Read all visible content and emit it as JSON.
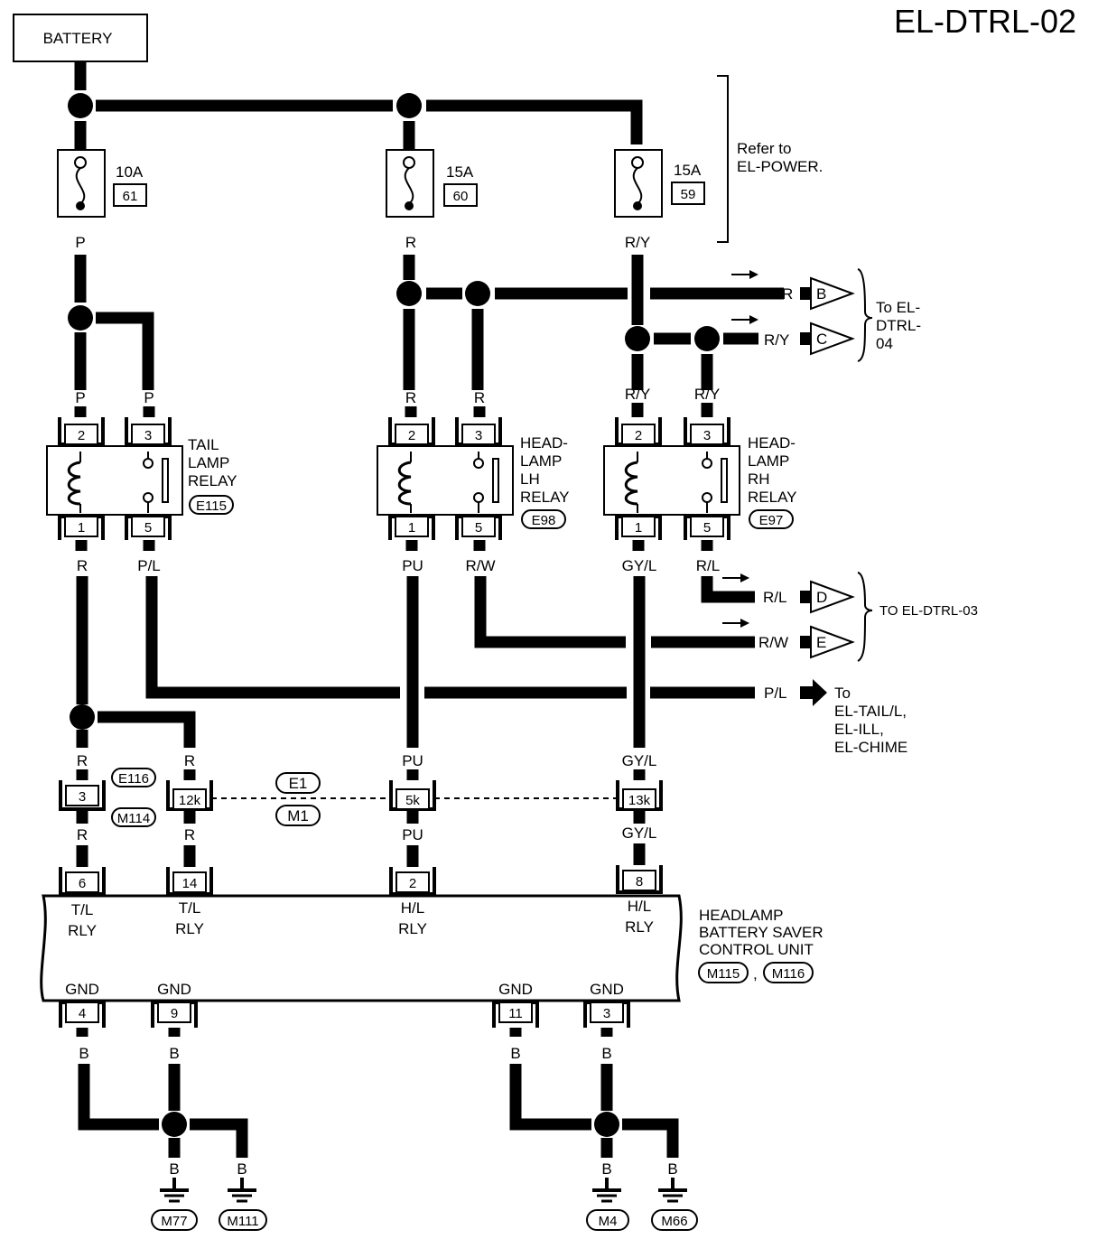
{
  "page": {
    "code": "EL-DTRL-02",
    "battery": "BATTERY",
    "refer_to": [
      "Refer to",
      "EL-POWER."
    ]
  },
  "fuses": [
    {
      "amps": "10A",
      "num": "61"
    },
    {
      "amps": "15A",
      "num": "60"
    },
    {
      "amps": "15A",
      "num": "59"
    }
  ],
  "relays": {
    "tail": {
      "name": [
        "TAIL",
        "LAMP",
        "RELAY"
      ],
      "conn": "E115",
      "pins": [
        "2",
        "3",
        "1",
        "5"
      ]
    },
    "lh": {
      "name": [
        "HEAD-",
        "LAMP",
        "LH",
        "RELAY"
      ],
      "conn": "E98",
      "pins": [
        "2",
        "3",
        "1",
        "5"
      ]
    },
    "rh": {
      "name": [
        "HEAD-",
        "LAMP",
        "RH",
        "RELAY"
      ],
      "conn": "E97",
      "pins": [
        "2",
        "3",
        "1",
        "5"
      ]
    }
  },
  "wire_colors": {
    "p": "P",
    "r": "R",
    "ry": "R/Y",
    "pl": "P/L",
    "pu": "PU",
    "rw": "R/W",
    "gyl": "GY/L",
    "rl": "R/L",
    "b": "B"
  },
  "offpage": {
    "b": "B",
    "c": "C",
    "d": "D",
    "e": "E",
    "to_dtrl04": [
      "To EL-",
      "DTRL-",
      "04"
    ],
    "to_dtrl03": "TO EL-DTRL-03",
    "to_tail": [
      "To",
      "EL-TAIL/L,",
      "EL-ILL,",
      "EL-CHIME"
    ]
  },
  "connectors": {
    "e116": "E116",
    "m114": "M114",
    "e1": "E1",
    "m1": "M1",
    "pin3": "3",
    "pin12k": "12k",
    "pin5k": "5k",
    "pin13k": "13k"
  },
  "control_unit": {
    "name": [
      "HEADLAMP",
      "BATTERY SAVER",
      "CONTROL UNIT"
    ],
    "conn1": "M115",
    "conn2": "M116",
    "comma": ",",
    "terminals": [
      {
        "pin": "6",
        "l1": "T/L",
        "l2": "RLY"
      },
      {
        "pin": "14",
        "l1": "T/L",
        "l2": "RLY"
      },
      {
        "pin": "2",
        "l1": "H/L",
        "l2": "RLY"
      },
      {
        "pin": "8",
        "l1": "H/L",
        "l2": "RLY"
      }
    ],
    "grounds": [
      {
        "pin": "4",
        "label": "GND"
      },
      {
        "pin": "9",
        "label": "GND"
      },
      {
        "pin": "11",
        "label": "GND"
      },
      {
        "pin": "3",
        "label": "GND"
      }
    ]
  },
  "ground_points": [
    "M77",
    "M111",
    "M4",
    "M66"
  ]
}
